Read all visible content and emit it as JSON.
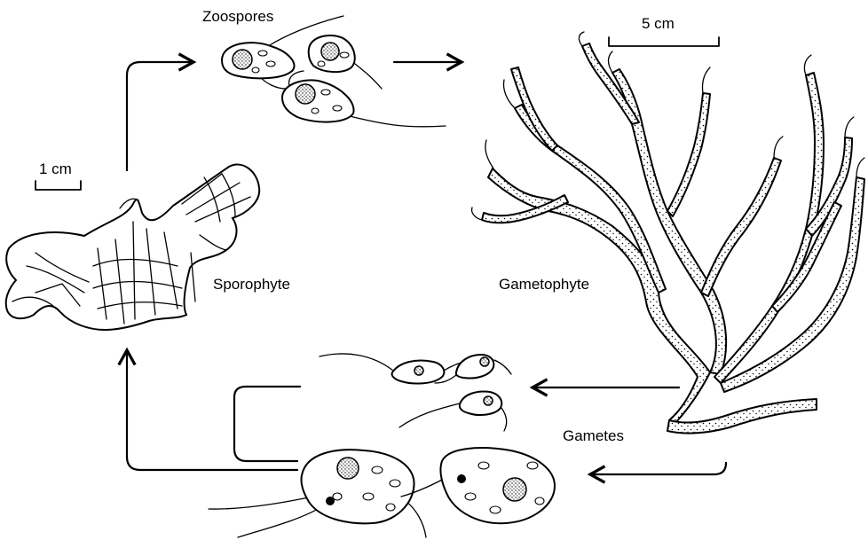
{
  "labels": {
    "zoospores": "Zoospores",
    "gametophyte": "Gametophyte",
    "sporophyte": "Sporophyte",
    "gametes": "Gametes"
  },
  "scale_bars": {
    "gametophyte_scale": "5 cm",
    "sporophyte_scale": "1 cm"
  },
  "colors": {
    "ink": "#000000",
    "background": "#ffffff"
  }
}
